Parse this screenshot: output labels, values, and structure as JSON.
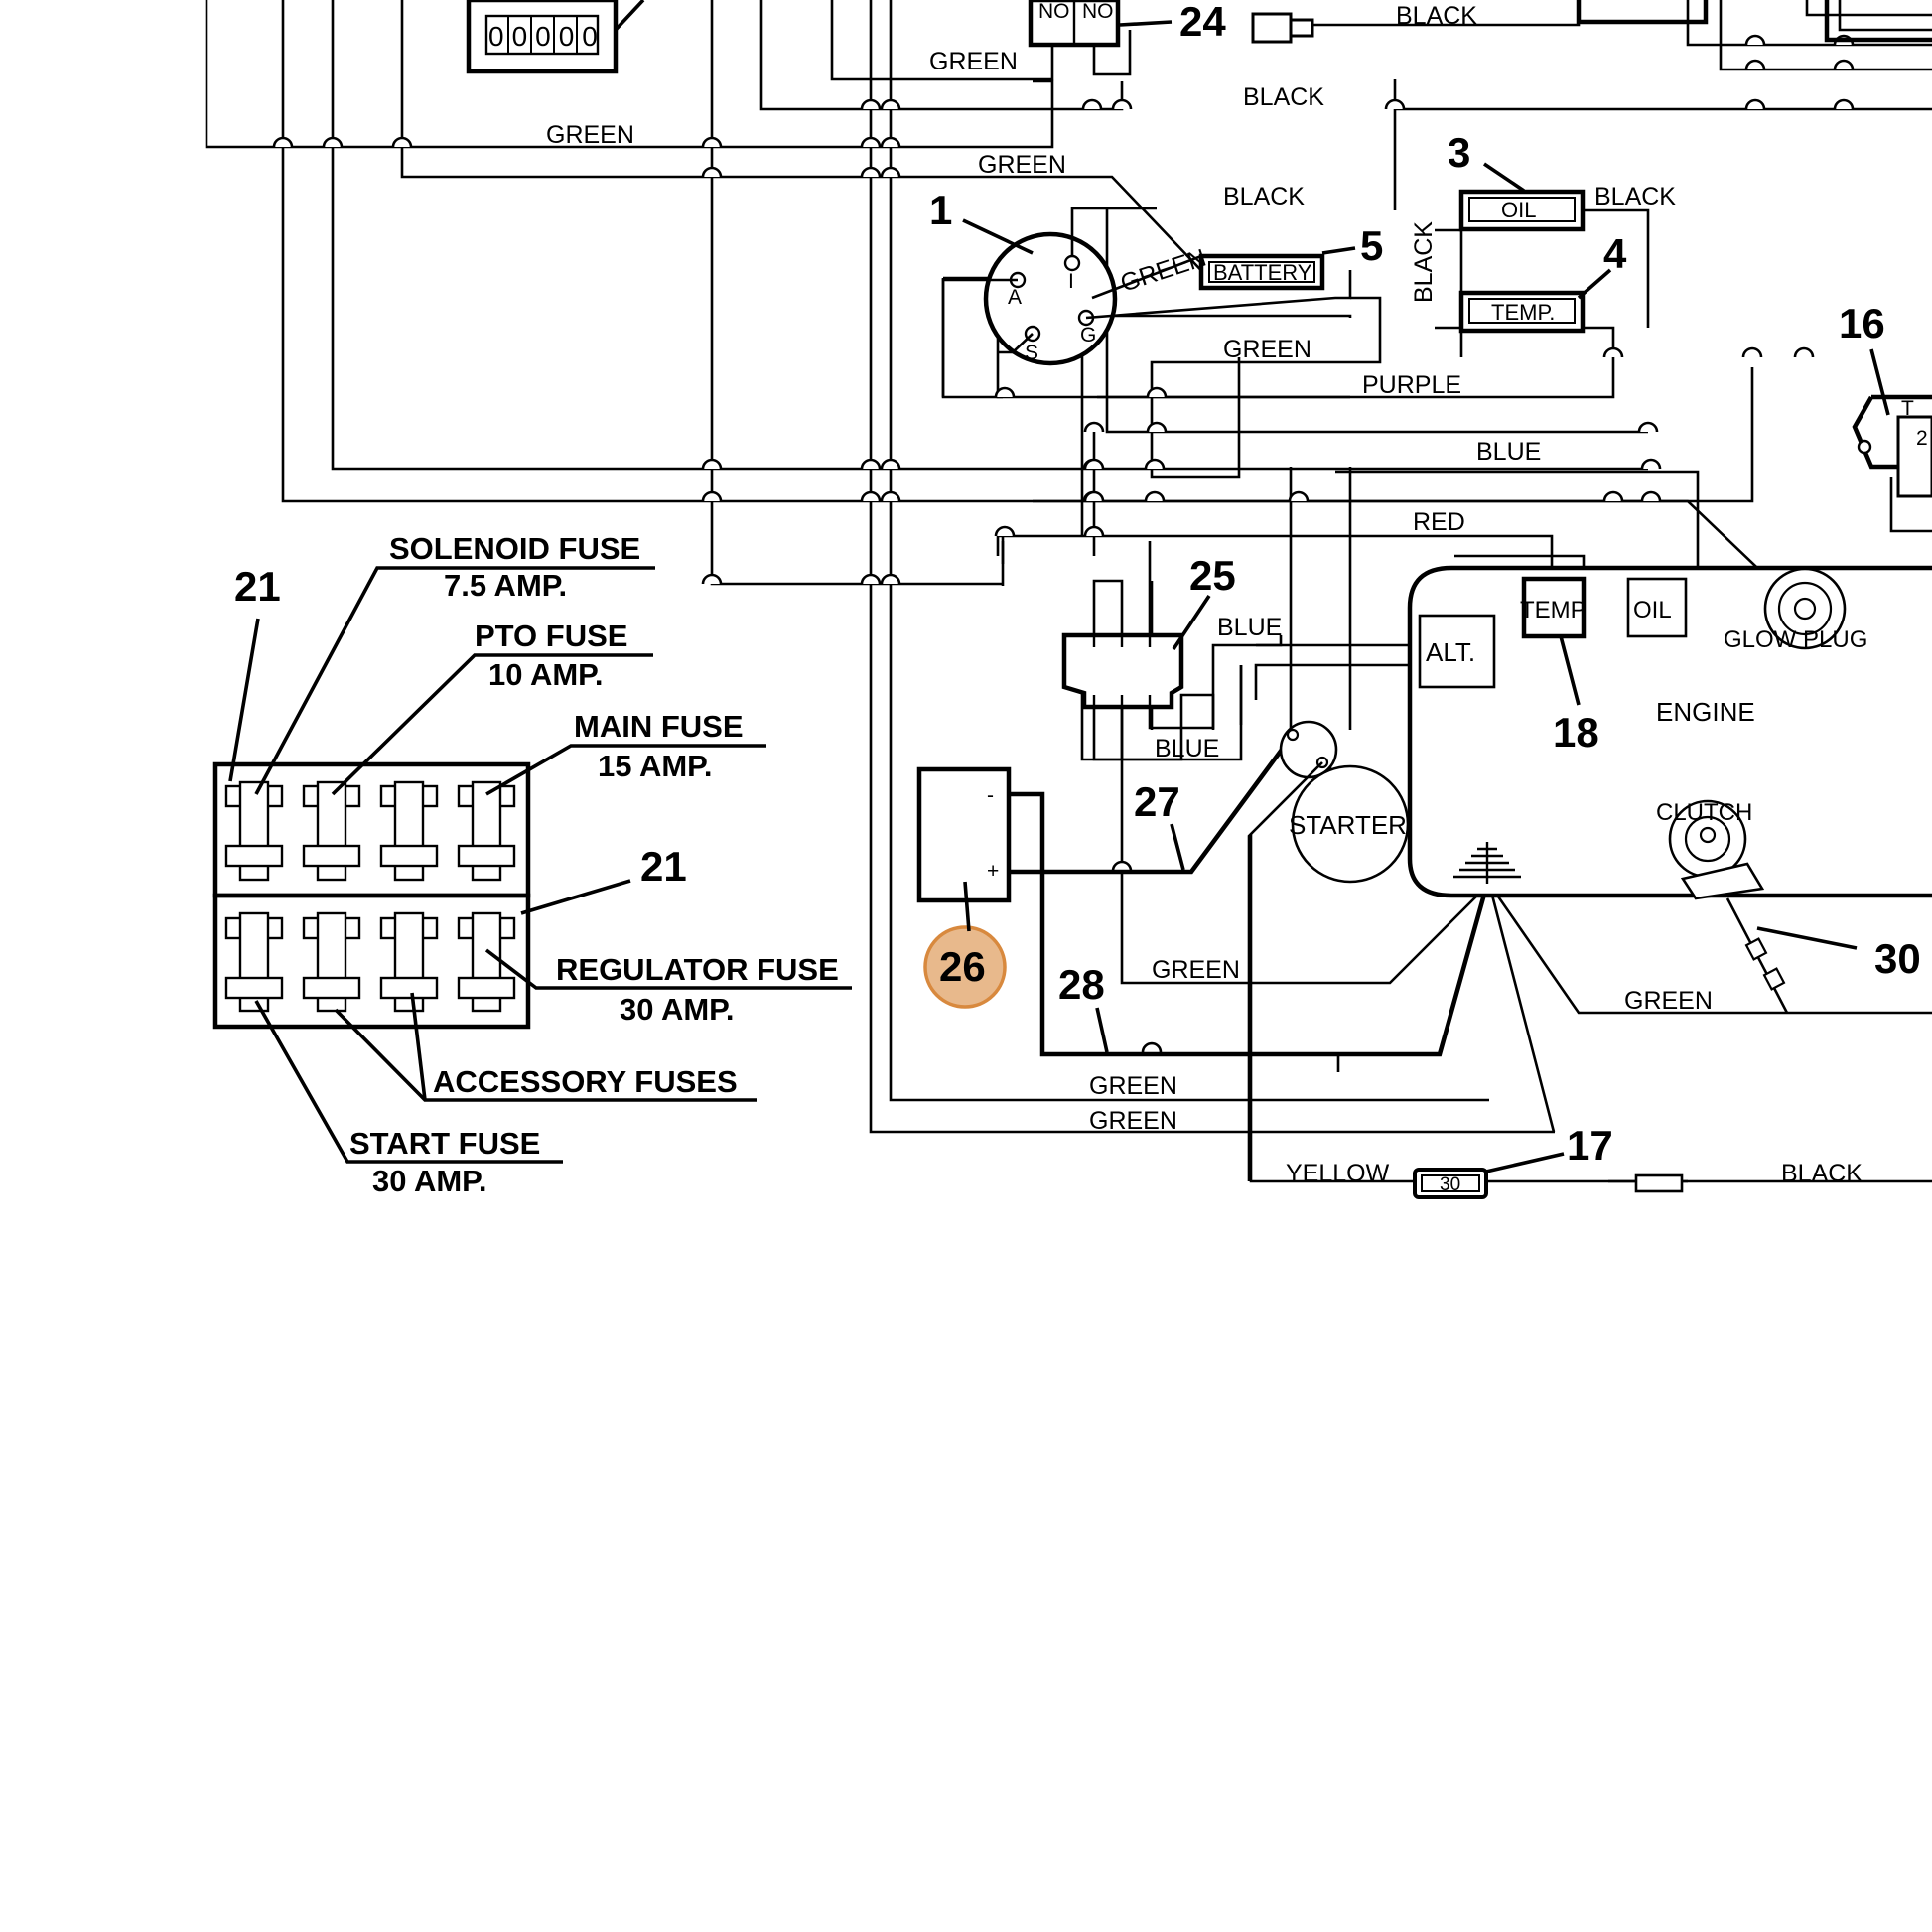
{
  "diagram": {
    "wire_labels": {
      "green_a": "GREEN",
      "green_b": "GREEN",
      "green_c": "GREEN",
      "green_d": "GREEN",
      "green_e": "GREEN",
      "green_f": "GREEN",
      "green_g": "GREEN",
      "green_h": "GREEN",
      "green_i": "GREEN",
      "black_a": "BLACK",
      "black_b": "BLACK",
      "black_c": "BLACK",
      "black_d": "BLACK",
      "black_e": "BLACK",
      "black_f": "BLACK",
      "purple": "PURPLE",
      "blue_a": "BLUE",
      "blue_b": "BLUE",
      "blue_c": "BLUE",
      "red": "RED",
      "yellow": "YELLOW"
    },
    "callouts": {
      "n1": "1",
      "n3": "3",
      "n4": "4",
      "n5": "5",
      "n16": "16",
      "n17": "17",
      "n18": "18",
      "n21a": "21",
      "n21b": "21",
      "n24": "24",
      "n25": "25",
      "n26": "26",
      "n27": "27",
      "n28": "28",
      "n30": "30"
    },
    "components": {
      "battery": "BATTERY",
      "oil": "OIL",
      "temp": "TEMP.",
      "engine": "ENGINE",
      "starter": "STARTER",
      "alt": "ALT.",
      "clutch": "CLUTCH",
      "glow_plug": "GLOW PLUG",
      "engine_temp": "TEMP",
      "engine_oil": "OIL",
      "hour_meter": "00000",
      "switch_no_a": "NO",
      "switch_no_b": "NO",
      "fuse_value": "30",
      "key_a": "A",
      "key_i": "I",
      "key_s": "S",
      "key_g": "G",
      "plus": "+",
      "minus": "-",
      "relay_t": "T",
      "relay_2": "2"
    },
    "fuse_labels": {
      "solenoid": "SOLENOID FUSE",
      "solenoid_amp": "7.5 AMP.",
      "pto": "PTO FUSE",
      "pto_amp": "10 AMP.",
      "main": "MAIN FUSE",
      "main_amp": "15 AMP.",
      "regulator": "REGULATOR FUSE",
      "regulator_amp": "30 AMP.",
      "accessory": "ACCESSORY FUSES",
      "start": "START FUSE",
      "start_amp": "30 AMP."
    },
    "highlight_color": "#e8b98c",
    "highlight_stroke": "#d8893e"
  }
}
